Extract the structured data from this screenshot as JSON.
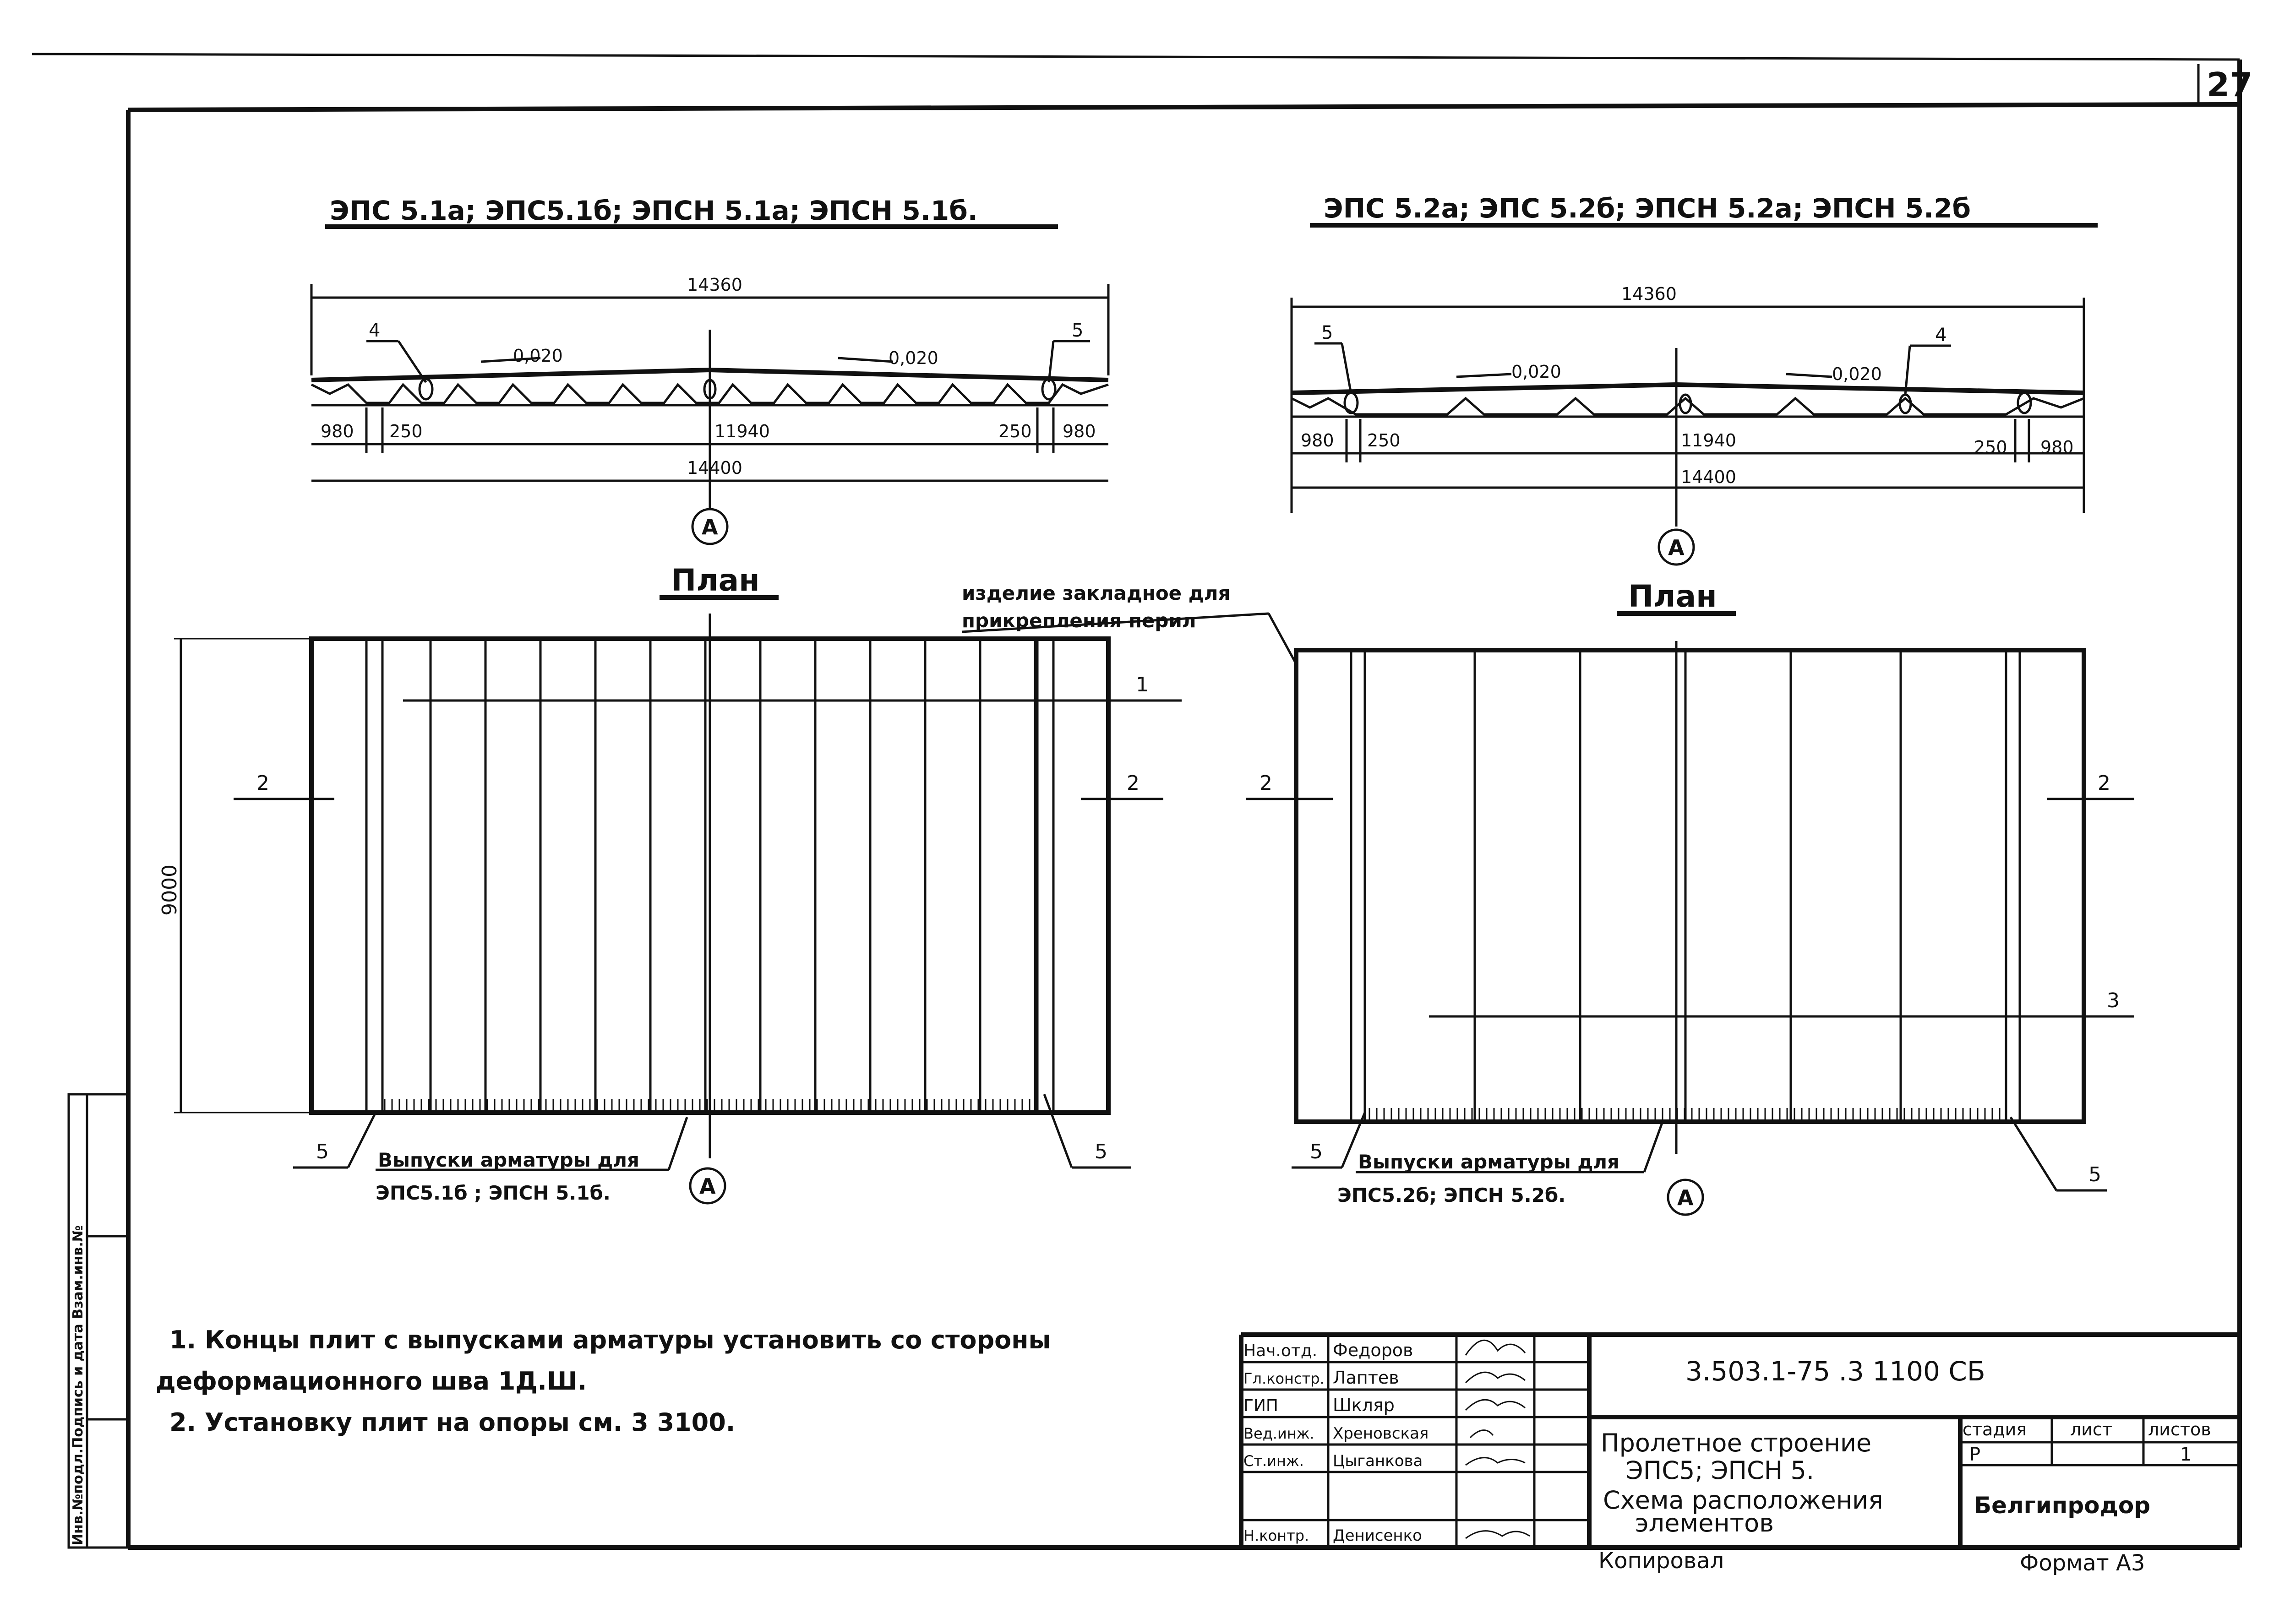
{
  "sheet_number": "27",
  "left": {
    "title": "ЭПС 5.1а; ЭПС5.1б; ЭПСН 5.1а; ЭПСН 5.1б.",
    "dim_top": "14360",
    "slope_left": "0,020",
    "slope_right": "0,020",
    "callout_4": "4",
    "callout_5": "5",
    "dim_980_l": "980",
    "dim_250_l": "250",
    "dim_mid": "11940",
    "dim_250_r": "250",
    "dim_980_r": "980",
    "dim_bottom": "14400",
    "axis": "А",
    "plan_title": "План",
    "dim_height": "9000",
    "label_1": "1",
    "label_2_l": "2",
    "label_2_r": "2",
    "label_5_l": "5",
    "label_5_r": "5",
    "release_line1": "Выпуски арматуры для",
    "release_line2": "ЭПС5.1б ; ЭПСН 5.1б.",
    "plan_axis": "А"
  },
  "embedded_note_line1": "изделие закладное для",
  "embedded_note_line2": "прикрепления перил",
  "right": {
    "title": "ЭПС 5.2а; ЭПС 5.2б; ЭПСН 5.2а; ЭПСН 5.2б",
    "dim_top": "14360",
    "slope_left": "0,020",
    "slope_right": "0,020",
    "callout_5": "5",
    "callout_4": "4",
    "dim_980_l": "980",
    "dim_250_l": "250",
    "dim_mid": "11940",
    "dim_250_r": "250",
    "dim_980_r": "980",
    "dim_bottom": "14400",
    "axis": "А",
    "plan_title": "План",
    "label_2_l": "2",
    "label_2_r": "2",
    "label_3": "3",
    "label_5_l": "5",
    "label_5_r": "5",
    "release_line1": "Выпуски арматуры для",
    "release_line2": "ЭПС5.2б; ЭПСН 5.2б.",
    "plan_axis": "А"
  },
  "notes": {
    "n1_line1": "1. Концы плит с выпусками арматуры установить со стороны",
    "n1_line2": "деформационного шва 1Д.Ш.",
    "n2": "2. Установку плит на опоры см. 3 3100."
  },
  "side_stamp": "Инв.№подл.Подпись и дата Взам.инв.№",
  "title_block": {
    "roles": [
      "Нач.отд.",
      "Гл.констр.",
      "ГИП",
      "Вед.инж.",
      "Ст.инж.",
      "",
      "Н.контр."
    ],
    "names": [
      "Федоров",
      "Лаптев",
      "Шкляр",
      "Хреновская",
      "Цыганкова",
      "",
      "Денисенко"
    ],
    "code": "3.503.1-75 .3  1100 СБ",
    "desc_line1": "Пролетное строение",
    "desc_line2": "ЭПС5;  ЭПСН 5.",
    "desc_line3": "Схема расположения",
    "desc_line4": "элементов",
    "stage_hdr": "стадия",
    "sheet_hdr": "лист",
    "sheets_hdr": "листов",
    "stage_val": "Р",
    "sheet_val": "",
    "sheets_val": "1",
    "org": "Белгипродор",
    "copied": "Копировал",
    "format": "Формат А3"
  }
}
